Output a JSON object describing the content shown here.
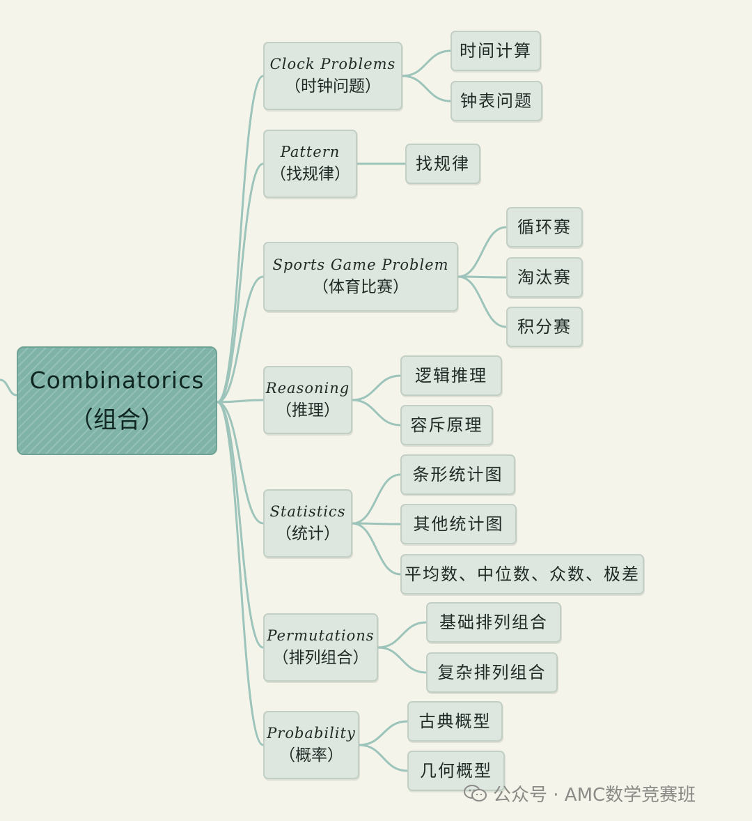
{
  "root": {
    "en": "Combinatorics",
    "zh": "（组合）"
  },
  "branches": [
    {
      "en": "Clock  Problems",
      "zh": "（时钟问题）",
      "leaves": [
        "时间计算",
        "钟表问题"
      ]
    },
    {
      "en": "Pattern",
      "zh": "（找规律）",
      "leaves": [
        "找规律"
      ]
    },
    {
      "en": "Sports  Game  Problem",
      "zh": "（体育比赛）",
      "leaves": [
        "循环赛",
        "淘汰赛",
        "积分赛"
      ]
    },
    {
      "en": "Reasoning",
      "zh": "（推理）",
      "leaves": [
        "逻辑推理",
        "容斥原理"
      ]
    },
    {
      "en": "Statistics",
      "zh": "（统计）",
      "leaves": [
        "条形统计图",
        "其他统计图",
        "平均数、中位数、众数、极差"
      ]
    },
    {
      "en": "Permutations",
      "zh": "（排列组合）",
      "leaves": [
        "基础排列组合",
        "复杂排列组合"
      ]
    },
    {
      "en": "Probability",
      "zh": "（概率）",
      "leaves": [
        "古典概型",
        "几何概型"
      ]
    }
  ],
  "watermark": {
    "text": "公众号 · AMC数学竞赛班",
    "icon": "wechat-icon"
  },
  "colors": {
    "background": "#f5f4ea",
    "root": "#7fb3a7",
    "node": "#dde6df",
    "line": "#9cc4ba"
  }
}
